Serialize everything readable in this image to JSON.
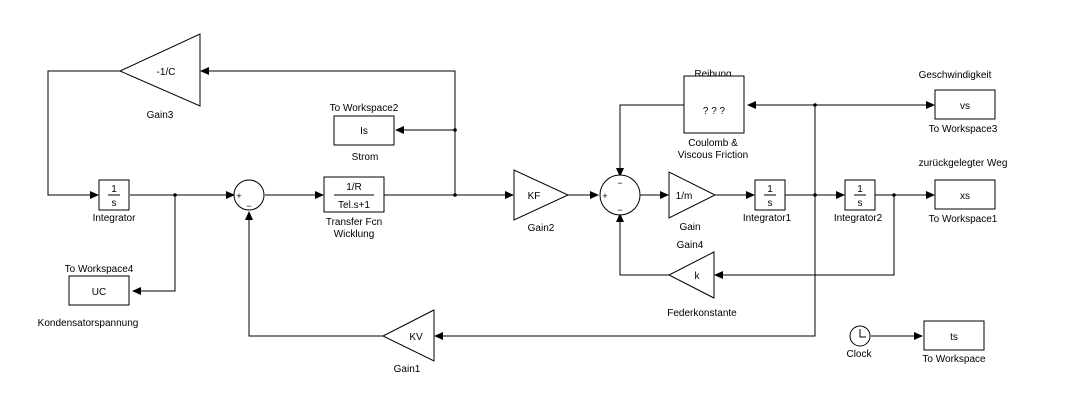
{
  "diagram": {
    "blocks": {
      "gain3": {
        "value": "-1/C",
        "name": "Gain3"
      },
      "integrator": {
        "num": "1",
        "den": "s",
        "name": "Integrator"
      },
      "to_workspace4": {
        "var": "UC",
        "title": "To Workspace4",
        "name": "Kondensatorspannung"
      },
      "sum1": {
        "sign_in1": "+",
        "sign_in2": "−"
      },
      "transfer_fcn": {
        "num": "1/R",
        "den": "Tel.s+1",
        "name_line1": "Transfer Fcn",
        "name_line2": "Wicklung"
      },
      "to_workspace2": {
        "var": "Is",
        "title": "To Workspace2",
        "name": "Strom"
      },
      "gain2": {
        "value": "KF",
        "name": "Gain2"
      },
      "sum2": {
        "sign_left": "+",
        "sign_top": "−",
        "sign_bottom": "−"
      },
      "friction": {
        "value": "? ? ?",
        "title": "Reibung",
        "name_line1": "Coulomb &",
        "name_line2": "Viscous Friction"
      },
      "gain": {
        "value": "1/m",
        "name": "Gain"
      },
      "integrator1": {
        "num": "1",
        "den": "s",
        "name": "Integrator1"
      },
      "integrator2": {
        "num": "1",
        "den": "s",
        "name": "Integrator2"
      },
      "to_workspace3": {
        "var": "vs",
        "title": "Geschwindigkeit",
        "name": "To Workspace3"
      },
      "to_workspace1": {
        "var": "xs",
        "title": "zurückgelegter Weg",
        "name": "To Workspace1"
      },
      "gain4": {
        "value": "k",
        "title": "Gain4",
        "name": "Federkonstante"
      },
      "gain1": {
        "value": "KV",
        "name": "Gain1"
      },
      "clock": {
        "name": "Clock"
      },
      "to_workspace": {
        "var": "ts",
        "name": "To Workspace"
      }
    }
  }
}
